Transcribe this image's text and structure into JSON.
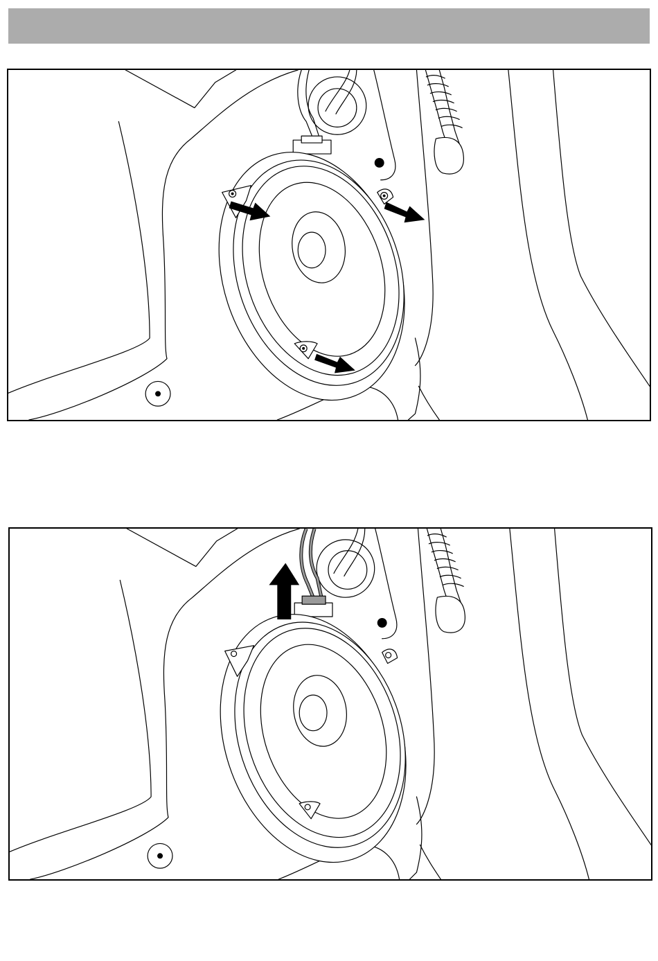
{
  "header": {
    "bar_color": "#acacac"
  },
  "figures": [
    {
      "id": "fig1",
      "step": "remove-screws",
      "arrows": [
        "arrow-icon",
        "arrow-icon",
        "arrow-icon"
      ],
      "icons": [
        "speaker-icon",
        "screw-icon",
        "grommet-icon",
        "cable-loom-icon"
      ]
    },
    {
      "id": "fig2",
      "step": "disconnect-connector",
      "arrows": [
        "arrow-up-icon"
      ],
      "icons": [
        "speaker-icon",
        "connector-icon",
        "grommet-icon",
        "cable-loom-icon"
      ]
    }
  ]
}
